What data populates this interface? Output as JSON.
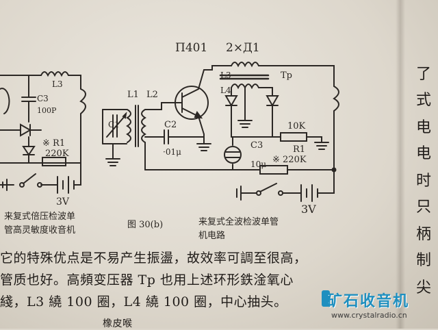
{
  "schematic": {
    "top_label_transistor": "П401",
    "top_label_diodes": "2×Д1",
    "left_labels": {
      "l3": "L3",
      "c3": "C3",
      "c3_value": "100P",
      "r1": "※ R1",
      "r1_value": "220K",
      "battery": "3V"
    },
    "right_labels": {
      "l1": "L1",
      "l2": "L2",
      "c1": "C1",
      "c2": "C2",
      "c2_value": "·01μ",
      "l3": "L3",
      "l4": "L4",
      "tp": "Tp",
      "r_10k": "10K",
      "c3": "C3",
      "c3_value": "10μ",
      "r1": "R1",
      "r1_value": "※ 220K",
      "battery": "3V"
    }
  },
  "captions": {
    "left_line1": "来复式倍压检波单",
    "left_line2": "管高灵敏度收音机",
    "fig_number": "图 30(b)",
    "right_line1": "来复式全波检波单管",
    "right_line2": "机电路"
  },
  "body_lines": [
    "它的特殊优点是不易产生振盪，故效率可調至很高，",
    "管质也好。高頻变压器 Tp 也用上述环形鉄淦氧心",
    "綫，L3 繞 100 圈，L4 繞 100 圈，中心抽头。",
    "橡皮喉"
  ],
  "right_column": [
    "了",
    "式",
    "电",
    "电",
    "时",
    "只",
    "柄",
    "制",
    "尖"
  ],
  "watermark": {
    "title": "矿石收音机",
    "url": "www.crystalradio.cn"
  }
}
